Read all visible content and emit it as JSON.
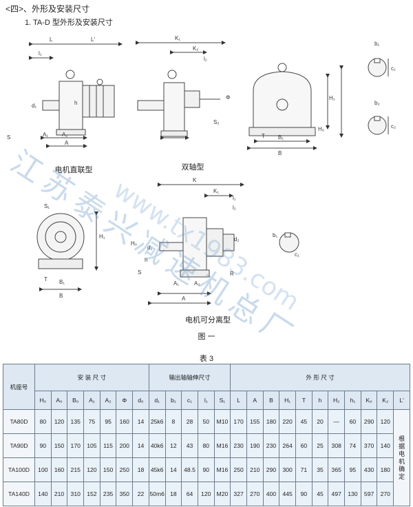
{
  "section_title": "<四>、外形及安装尺寸",
  "figure_subtitle": "1. TA-D 型外形及安装尺寸",
  "captions": {
    "direct_motor": "电机直联型",
    "dual_shaft": "双轴型",
    "separable_motor": "电机可分离型",
    "figure": "图 一"
  },
  "table_title": "表 3",
  "watermark": {
    "text": "江苏泰兴减速机总厂",
    "url": "www.tx1983.com"
  },
  "table": {
    "corner": "机座号",
    "groups": [
      "安 装 尺 寸",
      "输出轴轴伸尺寸",
      "外 形 尺 寸"
    ],
    "cols": [
      "H₀",
      "A₀",
      "B₀",
      "A₁",
      "A₂",
      "Φ",
      "d₀",
      "d₁",
      "b₁",
      "c₁",
      "l₁",
      "S₁",
      "L",
      "A",
      "B",
      "H₁",
      "T",
      "h",
      "H₂",
      "h₁",
      "K₀",
      "K₂",
      "L'"
    ],
    "rows": [
      {
        "model": "TA80D",
        "v": [
          "80",
          "120",
          "135",
          "75",
          "95",
          "160",
          "14",
          "25k6",
          "8",
          "28",
          "50",
          "M10",
          "170",
          "155",
          "180",
          "220",
          "45",
          "20",
          "—",
          "60",
          "290",
          "120"
        ]
      },
      {
        "model": "TA90D",
        "v": [
          "90",
          "150",
          "170",
          "105",
          "115",
          "200",
          "14",
          "40k6",
          "12",
          "43",
          "80",
          "M16",
          "230",
          "190",
          "230",
          "264",
          "60",
          "25",
          "308",
          "74",
          "370",
          "140"
        ]
      },
      {
        "model": "TA100D",
        "v": [
          "100",
          "160",
          "215",
          "120",
          "150",
          "250",
          "18",
          "45k6",
          "14",
          "48.5",
          "90",
          "M16",
          "250",
          "210",
          "290",
          "300",
          "71",
          "35",
          "365",
          "95",
          "430",
          "180"
        ]
      },
      {
        "model": "TA140D",
        "v": [
          "140",
          "210",
          "310",
          "152",
          "235",
          "350",
          "22",
          "50m6",
          "18",
          "64",
          "120",
          "M20",
          "327",
          "270",
          "400",
          "445",
          "90",
          "45",
          "497",
          "130",
          "597",
          "270"
        ]
      }
    ],
    "note": "根据电机确定"
  },
  "dims": {
    "d1_top": [
      "L",
      "L'",
      "l₁",
      "d₁",
      "S",
      "A₁",
      "A₂",
      "A",
      "h",
      "K₁",
      "K₂",
      "l₂",
      "Φ",
      "S₂",
      "H₀",
      "T",
      "B₁",
      "B",
      "H₁",
      "b₁",
      "c₁",
      "b₂",
      "c₂"
    ],
    "d2_bottom": [
      "S₁",
      "H₁",
      "T",
      "B₁",
      "B",
      "K",
      "K₁",
      "l₁",
      "l₂",
      "H₀",
      "h",
      "d₁",
      "d₂",
      "S",
      "A₁",
      "A₂",
      "A",
      "R",
      "b₁",
      "c₁"
    ]
  }
}
